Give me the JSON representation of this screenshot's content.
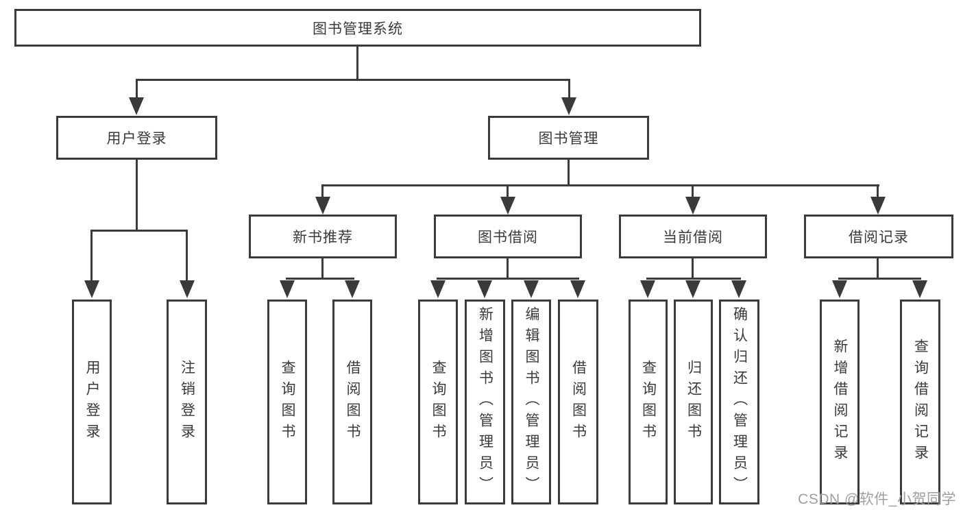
{
  "colors": {
    "line": "#3a3a3a",
    "text": "#3a3a3a",
    "background": "#ffffff",
    "watermark": "#9e9e9e"
  },
  "tree": {
    "root": {
      "label": "图书管理系统"
    },
    "branches": [
      {
        "label": "用户登录",
        "children": [
          {
            "label": "用户登录"
          },
          {
            "label": "注销登录"
          }
        ]
      },
      {
        "label": "图书管理",
        "children": [
          {
            "label": "新书推荐",
            "children": [
              {
                "label": "查询图书"
              },
              {
                "label": "借阅图书"
              }
            ]
          },
          {
            "label": "图书借阅",
            "children": [
              {
                "label": "查询图书"
              },
              {
                "label": "新增图书（管理员）"
              },
              {
                "label": "编辑图书（管理员）"
              },
              {
                "label": "借阅图书"
              }
            ]
          },
          {
            "label": "当前借阅",
            "children": [
              {
                "label": "查询图书"
              },
              {
                "label": "归还图书"
              },
              {
                "label": "确认归还（管理员）"
              }
            ]
          },
          {
            "label": "借阅记录",
            "children": [
              {
                "label": "新增借阅记录"
              },
              {
                "label": "查询借阅记录"
              }
            ]
          }
        ]
      }
    ]
  },
  "watermark": {
    "text": "CSDN @软件_小贺同学"
  }
}
